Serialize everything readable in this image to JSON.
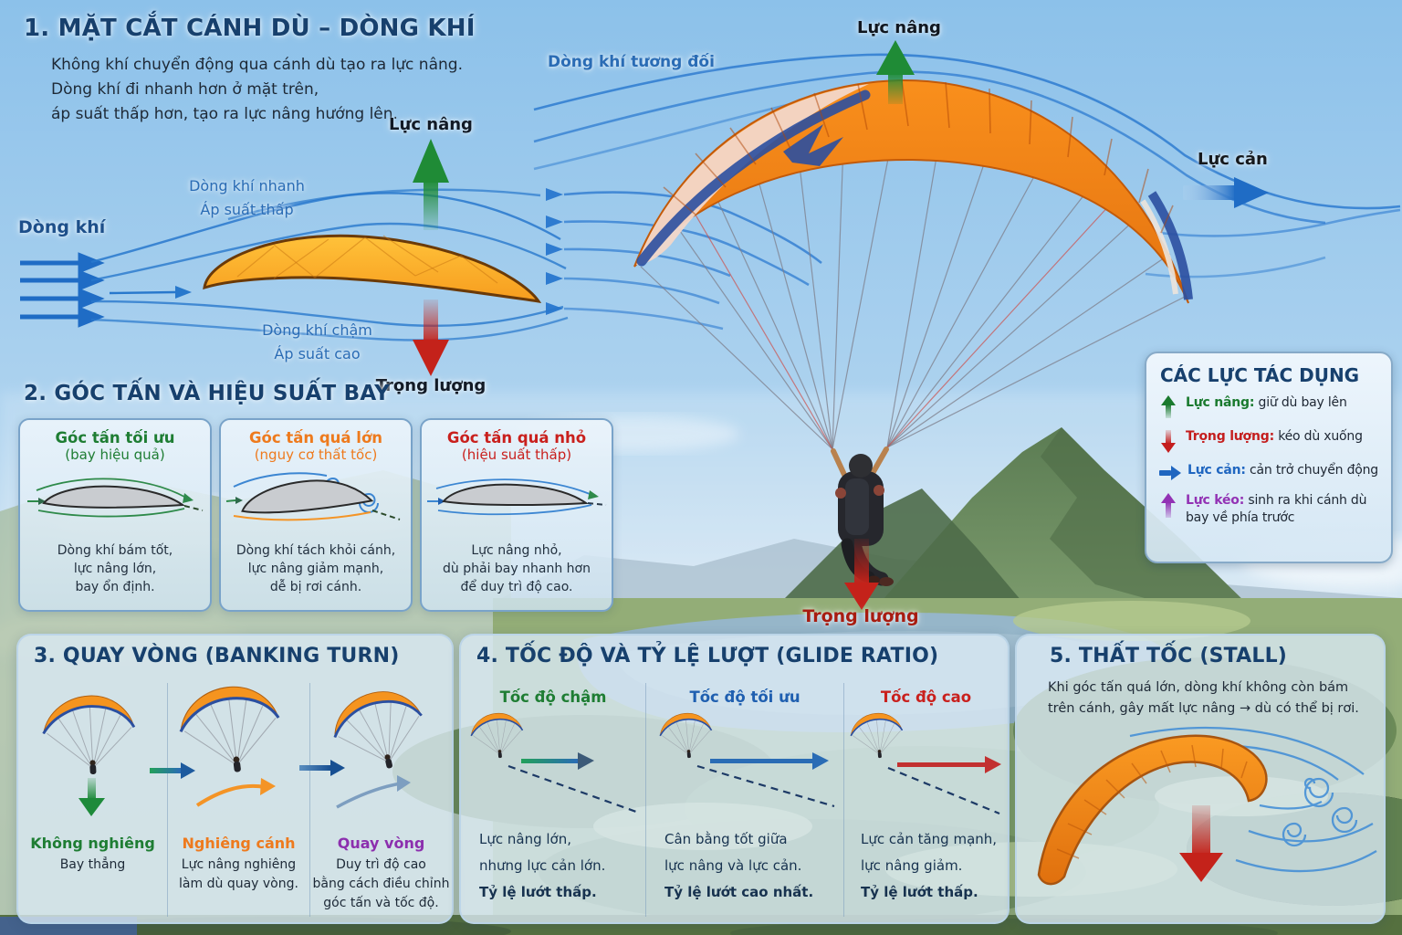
{
  "palette": {
    "title_navy": "#17406d",
    "label_steel_blue": "#2a6cb5",
    "lift_green": "#1f8b36",
    "weight_red": "#c4221a",
    "drag_blue": "#1f6cc5",
    "thrust_purple": "#9232b4",
    "canopy_orange": "#f28c1e",
    "sky_blue": "#9ecdee"
  },
  "s1": {
    "title": "1. MẶT CẮT CÁNH DÙ – DÒNG KHÍ",
    "desc": [
      "Không khí chuyển động qua cánh dù tạo ra lực nâng.",
      "Dòng khí đi nhanh hơn ở mặt trên,",
      "áp suất thấp hơn, tạo ra lực nâng hướng lên."
    ],
    "labels": {
      "wind": "Dòng khí",
      "fast": "Dòng khí nhanh",
      "low_pressure": "Áp suất thấp",
      "slow": "Dòng khí chậm",
      "high_pressure": "Áp suất cao",
      "lift": "Lực nâng",
      "weight": "Trọng lượng"
    }
  },
  "center": {
    "relative_airflow": "Dòng khí tương đối",
    "lift": "Lực nâng",
    "drag": "Lực cản",
    "weight": "Trọng lượng"
  },
  "legend": {
    "title": "CÁC LỰC TÁC DỤNG",
    "items": [
      {
        "name": "Lực nâng:",
        "desc": "giữ dù bay lên",
        "color": "#1a7a2e",
        "direction": "up"
      },
      {
        "name": "Trọng lượng:",
        "desc": "kéo dù xuống",
        "color": "#c41e1e",
        "direction": "down"
      },
      {
        "name": "Lực cản:",
        "desc": "cản trở chuyển động",
        "color": "#1f66c0",
        "direction": "right"
      },
      {
        "name": "Lực kéo:",
        "desc": "sinh ra khi cánh dù bay về phía trước",
        "color": "#9232b4",
        "direction": "up"
      }
    ]
  },
  "s2": {
    "title": "2. GÓC TẤN VÀ HIỆU SUẤT BAY",
    "panels": [
      {
        "heading": "Góc tấn tối ưu",
        "note": "(bay hiệu quả)",
        "color": "#1e7d33",
        "caption": [
          "Dòng khí bám tốt,",
          "lực nâng lớn,",
          "bay ổn định."
        ]
      },
      {
        "heading": "Góc tấn quá lớn",
        "note": "(nguy cơ thất tốc)",
        "color": "#ee7a1d",
        "caption": [
          "Dòng khí tách khỏi cánh,",
          "lực nâng giảm mạnh,",
          "dễ bị rơi cánh."
        ]
      },
      {
        "heading": "Góc tấn quá nhỏ",
        "note": "(hiệu suất thấp)",
        "color": "#c9201d",
        "caption": [
          "Lực nâng nhỏ,",
          "dù phải bay nhanh hơn",
          "để duy trì độ cao."
        ]
      }
    ]
  },
  "s3": {
    "title": "3. QUAY VÒNG (BANKING TURN)",
    "steps": [
      {
        "label": "Không nghiêng",
        "color": "#1d8a3a",
        "caption": [
          "Bay thẳng"
        ]
      },
      {
        "label": "Nghiêng cánh",
        "color": "#ee7a1d",
        "caption": [
          "Lực nâng nghiêng",
          "làm dù quay vòng."
        ]
      },
      {
        "label": "Quay vòng",
        "color": "#8c2fae",
        "caption": [
          "Duy trì độ cao",
          "bằng cách điều chỉnh",
          "góc tấn và tốc độ."
        ]
      }
    ]
  },
  "s4": {
    "title": "4. TỐC ĐỘ VÀ TỶ LỆ LƯỢT (GLIDE RATIO)",
    "cols": [
      {
        "heading": "Tốc độ chậm",
        "color": "#1e7d33",
        "caption": [
          "Lực nâng lớn,",
          "nhưng lực cản lớn."
        ],
        "bold": "Tỷ lệ lướt thấp."
      },
      {
        "heading": "Tốc độ tối ưu",
        "color": "#1f5fb0",
        "caption": [
          "Cân bằng tốt giữa",
          "lực nâng và lực cản."
        ],
        "bold": "Tỷ lệ lướt cao nhất."
      },
      {
        "heading": "Tốc độ cao",
        "color": "#c9201d",
        "caption": [
          "Lực cản tăng mạnh,",
          "lực nâng giảm."
        ],
        "bold": "Tỷ lệ lướt thấp."
      }
    ]
  },
  "s5": {
    "title": "5. THẤT TỐC (STALL)",
    "desc": [
      "Khi góc tấn quá lớn, dòng khí không còn bám",
      "trên cánh, gây mất lực nâng → dù có thể bị rơi."
    ]
  }
}
